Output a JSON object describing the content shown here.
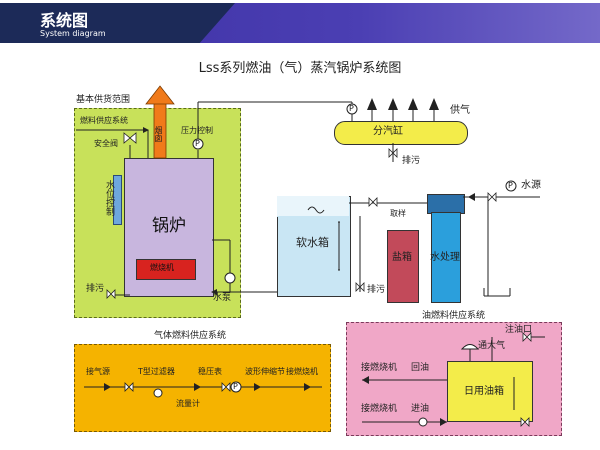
{
  "header": {
    "title": "系统图",
    "subtitle": "System diagram"
  },
  "diagram_title": "Lss系列燃油（气）蒸汽锅炉系统图",
  "boiler_section": {
    "range_label": "基本供货范围",
    "fuel_supply": "燃料供应系统",
    "safety_valve": "安全阀",
    "flue": "烟囱",
    "pressure_control": "压力控制",
    "water_level_control": "水位控制",
    "boiler": "锅炉",
    "burner": "燃烧机",
    "drain": "排污",
    "pump": "水泵"
  },
  "steam": {
    "header_vessel": "分汽缸",
    "supply": "供气",
    "drain": "排污"
  },
  "water": {
    "source": "水源",
    "softener": "软水箱",
    "softener_drain": "排污",
    "sample": "取样",
    "salt_box": "盐箱",
    "treatment": "水处理"
  },
  "gas_fuel": {
    "title": "气体燃料供应系统",
    "gas_source": "接气源",
    "filter": "T型过滤器",
    "flow_meter": "流量计",
    "regulator": "稳压表",
    "bellows": "波形伸缩节",
    "to_burner": "接燃烧机"
  },
  "oil_fuel": {
    "title": "油燃料供应系统",
    "fill_port": "注油口",
    "vent": "通大气",
    "burner_1": "接燃烧机",
    "return_oil": "回油",
    "burner_2": "接燃烧机",
    "oil_in": "进油",
    "day_tank": "日用油箱"
  },
  "symbols": {
    "pressure_gauge": "P"
  },
  "colors": {
    "header_navy": "#1c2a58",
    "header_blue": "#4b3fb3",
    "boiler_zone": "#c8e15a",
    "gas_zone": "#f5b300",
    "oil_zone": "#f0a7c7",
    "boiler": "#c8b6de",
    "burner": "#d8231f",
    "softener": "#c9e6f4",
    "salt_box": "#c24a5a",
    "water_treatment": "#2b9fdc",
    "header_vessel": "#f3ec4a",
    "flue_arrow": "#f07a1a"
  }
}
